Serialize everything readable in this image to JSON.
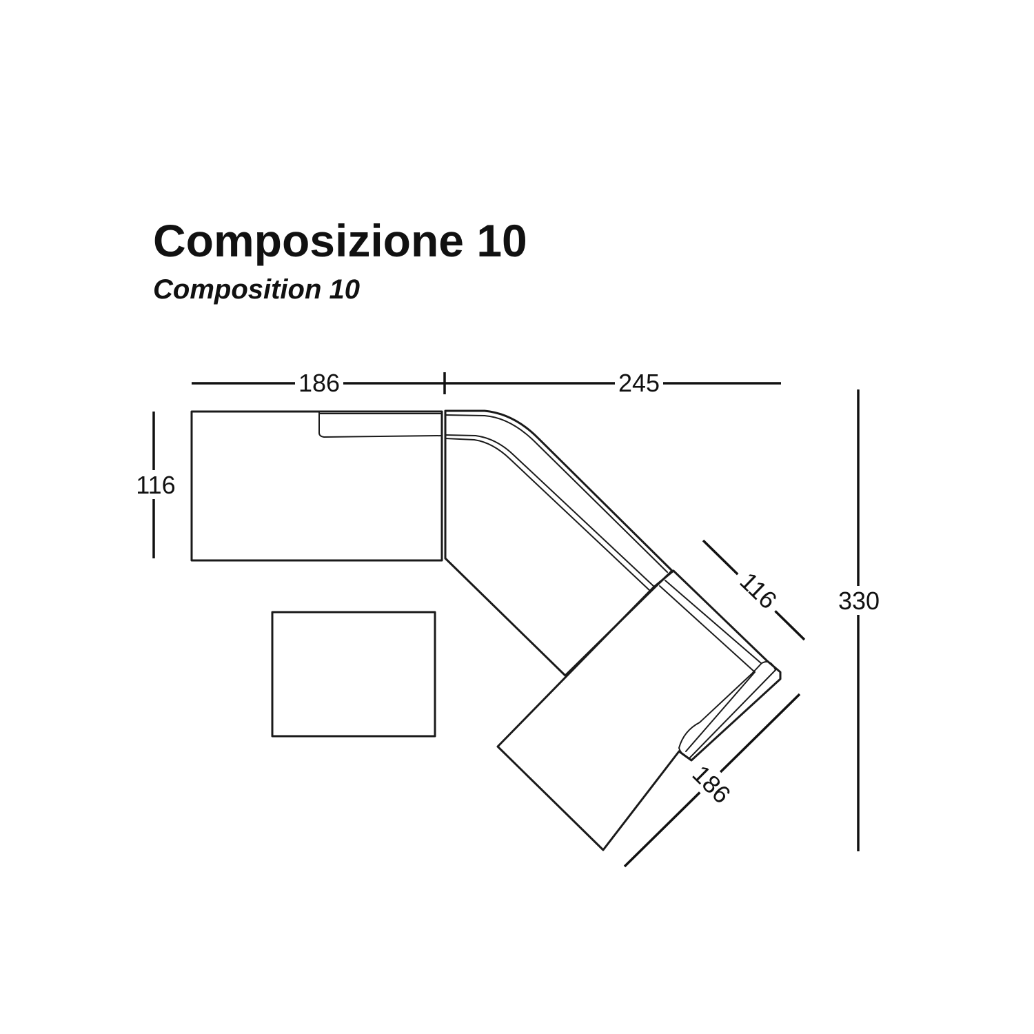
{
  "title": "Composizione 10",
  "subtitle": "Composition 10",
  "dimensions": {
    "top_left_width": "186",
    "top_right_width": "245",
    "left_depth": "116",
    "diagonal_depth": "116",
    "diagonal_width": "186",
    "total_height": "330"
  }
}
